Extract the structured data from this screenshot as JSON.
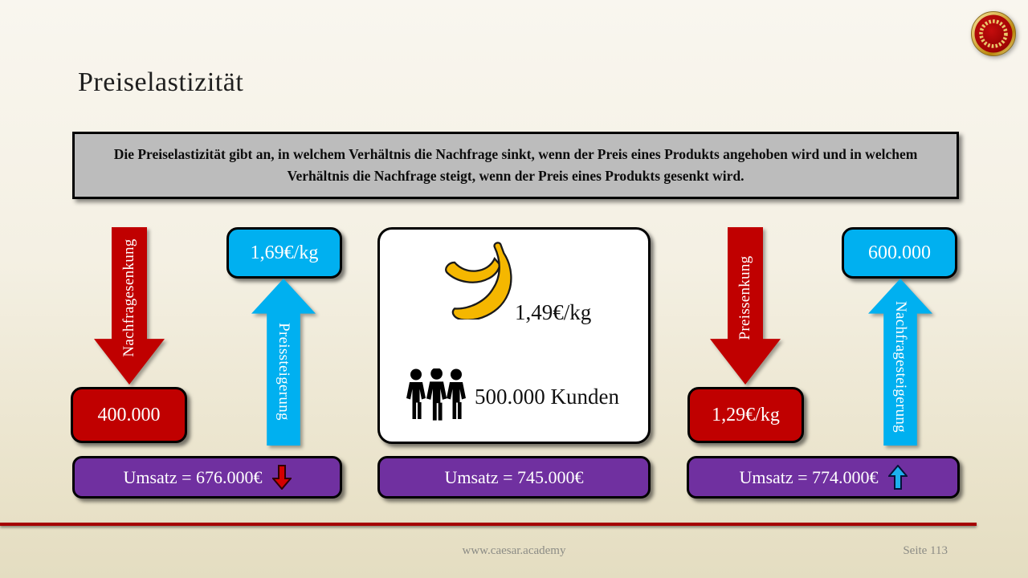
{
  "slide": {
    "title": "Preiselastizität",
    "definition": "Die Preiselastizität gibt an, in welchem Verhältnis die Nachfrage sinkt, wenn der Preis eines Produkts angehoben wird und in welchem Verhältnis die Nachfrage steigt, wenn der Preis eines Produkts gesenkt wird."
  },
  "scenario_left": {
    "arrow_down_label": "Nachfragesenkung",
    "price": "1,69€/kg",
    "arrow_up_label": "Preissteigerung",
    "demand": "400.000",
    "revenue": "Umsatz = 676.000€",
    "trend": "down"
  },
  "scenario_center": {
    "price": "1,49€/kg",
    "customers": "500.000 Kunden",
    "revenue": "Umsatz = 745.000€"
  },
  "scenario_right": {
    "arrow_down_label": "Preissenkung",
    "demand": "600.000",
    "arrow_up_label": "Nachfragesteigerung",
    "price": "1,29€/kg",
    "revenue": "Umsatz = 774.000€",
    "trend": "up"
  },
  "footer": {
    "website": "www.caesar.academy",
    "page": "Seite 113"
  },
  "colors": {
    "red": "#C00000",
    "blue": "#00B0F0",
    "purple": "#7030A0",
    "gray_box": "#BCBCBC",
    "banana_yellow": "#F5B700",
    "footer_line_red": "#A50000",
    "background_top": "#F9F6EF",
    "background_bottom": "#E4DDC1"
  },
  "icons": {
    "logo": "caesar-academy-laurel-badge",
    "product": "banana-icon",
    "customers": "people-icon"
  }
}
